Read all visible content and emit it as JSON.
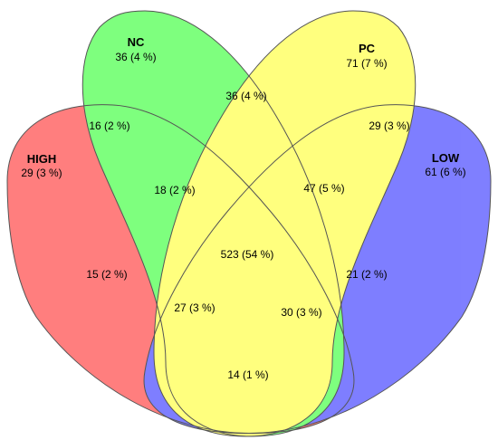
{
  "sets": [
    {
      "id": "high",
      "name": "HIGH",
      "value": "29 (3 %)",
      "color": "#ff0000"
    },
    {
      "id": "nc",
      "name": "NC",
      "value": "36 (4 %)",
      "color": "#00ff00"
    },
    {
      "id": "pc",
      "name": "PC",
      "value": "71 (7 %)",
      "color": "#ffff00"
    },
    {
      "id": "low",
      "name": "LOW",
      "value": "61 (6 %)",
      "color": "#0000ff"
    }
  ],
  "regions": [
    {
      "id": "nc-pc",
      "value": "36 (4 %)"
    },
    {
      "id": "high-nc",
      "value": "16 (2 %)"
    },
    {
      "id": "pc-low",
      "value": "29 (3 %)"
    },
    {
      "id": "high-nc-pc",
      "value": "18 (2 %)"
    },
    {
      "id": "nc-pc-low",
      "value": "47 (5 %)"
    },
    {
      "id": "all",
      "value": "523 (54 %)"
    },
    {
      "id": "high-pc",
      "value": "15 (2 %)"
    },
    {
      "id": "nc-low",
      "value": "21 (2 %)"
    },
    {
      "id": "high-pc-low",
      "value": "27 (3 %)"
    },
    {
      "id": "high-nc-low",
      "value": "30 (3 %)"
    },
    {
      "id": "high-low",
      "value": "14 (1 %)"
    }
  ]
}
